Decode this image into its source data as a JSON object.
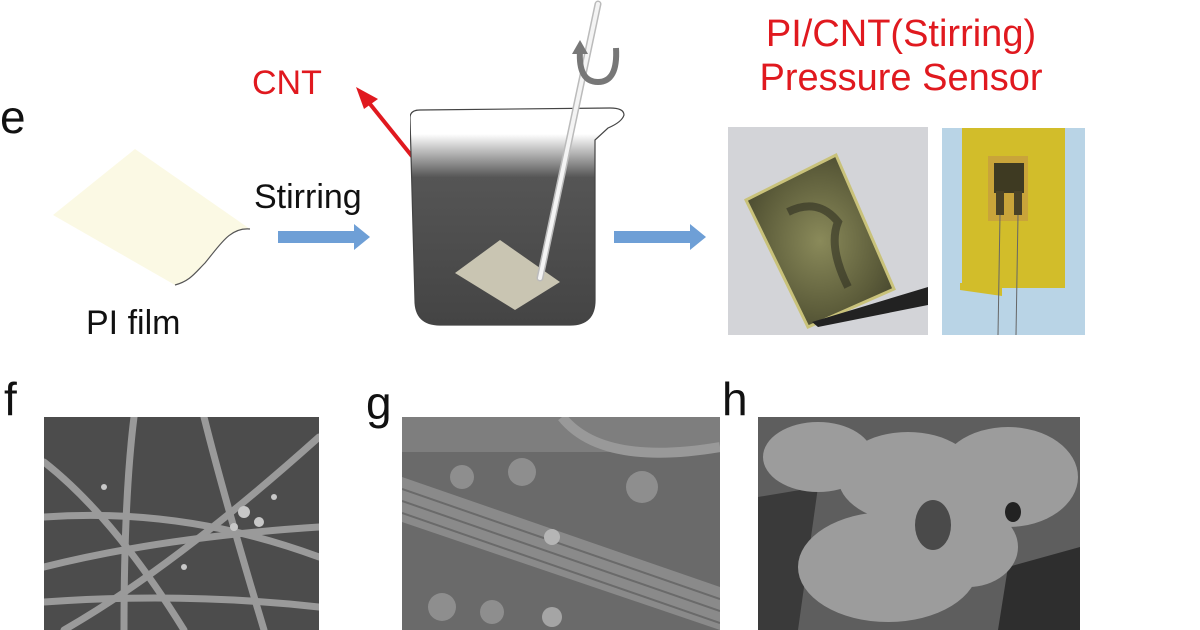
{
  "panel_e": {
    "letter": "e",
    "pi_film_label": "PI film",
    "stirring_label": "Stirring",
    "cnt_label": "CNT",
    "sensor_title_line1": "PI/CNT(Stirring)",
    "sensor_title_line2": "Pressure Sensor",
    "colors": {
      "red_text": "#e0191f",
      "arrow_blue": "#6e9fd6",
      "pi_film": "#fbf9e4",
      "solution_dark": "#444444",
      "kapton_yellow": "#d8c32a"
    }
  },
  "panel_f": {
    "letter": "f"
  },
  "panel_g": {
    "letter": "g"
  },
  "panel_h": {
    "letter": "h"
  }
}
